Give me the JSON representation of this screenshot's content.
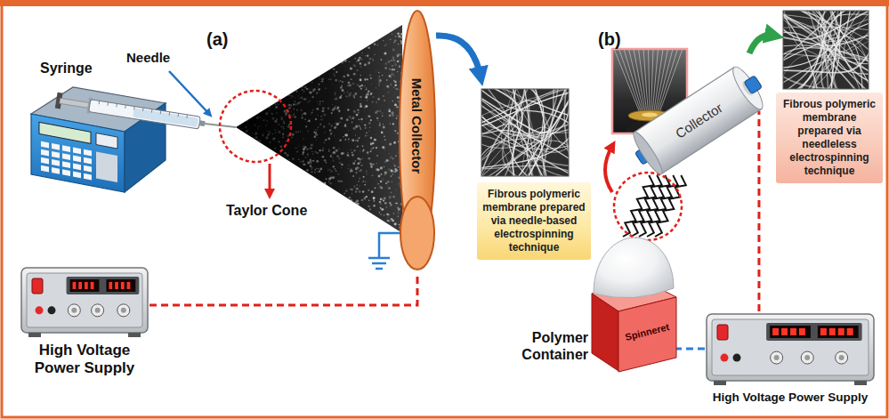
{
  "diagram": {
    "nodes": [
      {
        "text": [
          "Metal Collector"
        ]
      },
      {
        "text": [
          "Fibrous polymeric membrane prepared via needle-based electrospinning technique"
        ]
      },
      {
        "text": [
          "High Voltage Power Supply"
        ]
      },
      {
        "text": [
          "Collector"
        ]
      },
      {
        "text": [
          "Fibrous polymeric membrane prepared via needleless electrospinning technique"
        ]
      },
      {
        "text": [
          "Spinneret",
          "Polymer Container"
        ]
      },
      {
        "text": [
          "High Voltage Power Supply"
        ]
      }
    ],
    "edges": [
      {
        "from": 2,
        "to": 0,
        "arrow": "none"
      },
      {
        "from": 6,
        "to": 3,
        "arrow": "none"
      },
      {
        "from": 6,
        "to": 5,
        "arrow": "none"
      }
    ],
    "labels": [
      "(a)",
      "(b)",
      "Syringe",
      "Needle",
      "Taylor Cone"
    ]
  }
}
